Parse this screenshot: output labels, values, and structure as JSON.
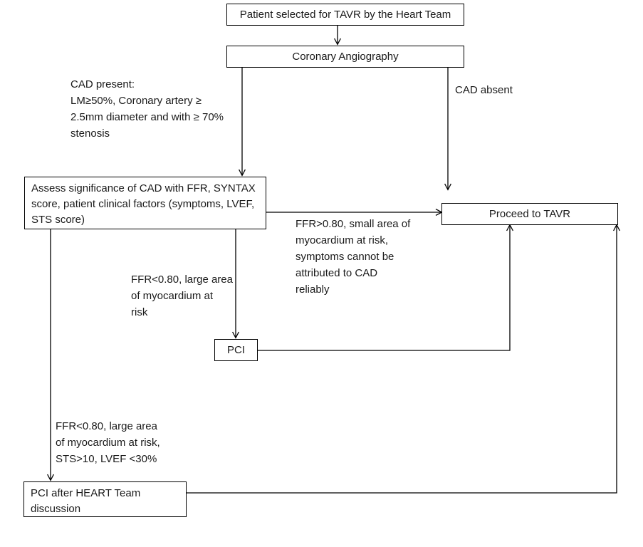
{
  "diagram": {
    "title": "TAVR Coronary Artery Disease Management Flowchart",
    "stroke_color": "#000000",
    "text_color": "#1a1a1a",
    "background": "#ffffff"
  },
  "nodes": {
    "patient_selected": "Patient selected for TAVR by the Heart Team",
    "coronary_angiography": "Coronary Angiography",
    "assess_cad": "Assess significance of CAD with FFR, SYNTAX score, patient clinical factors (symptoms, LVEF, STS score)",
    "proceed_tavr": "Proceed to TAVR",
    "pci": "PCI",
    "pci_heart_team": "PCI after HEART Team discussion"
  },
  "edge_labels": {
    "cad_present": "CAD present:\nLM≥50%, Coronary artery ≥\n2.5mm diameter and with ≥ 70%\nstenosis",
    "cad_absent": "CAD absent",
    "ffr_high": "FFR>0.80, small area of\nmyocardium at risk,\nsymptoms cannot be\nattributed to CAD\nreliably",
    "ffr_low_pci": "FFR<0.80,  large area\nof myocardium at\nrisk",
    "ffr_low_heart_team": "FFR<0.80,  large area\nof myocardium at risk,\nSTS>10, LVEF <30%"
  }
}
